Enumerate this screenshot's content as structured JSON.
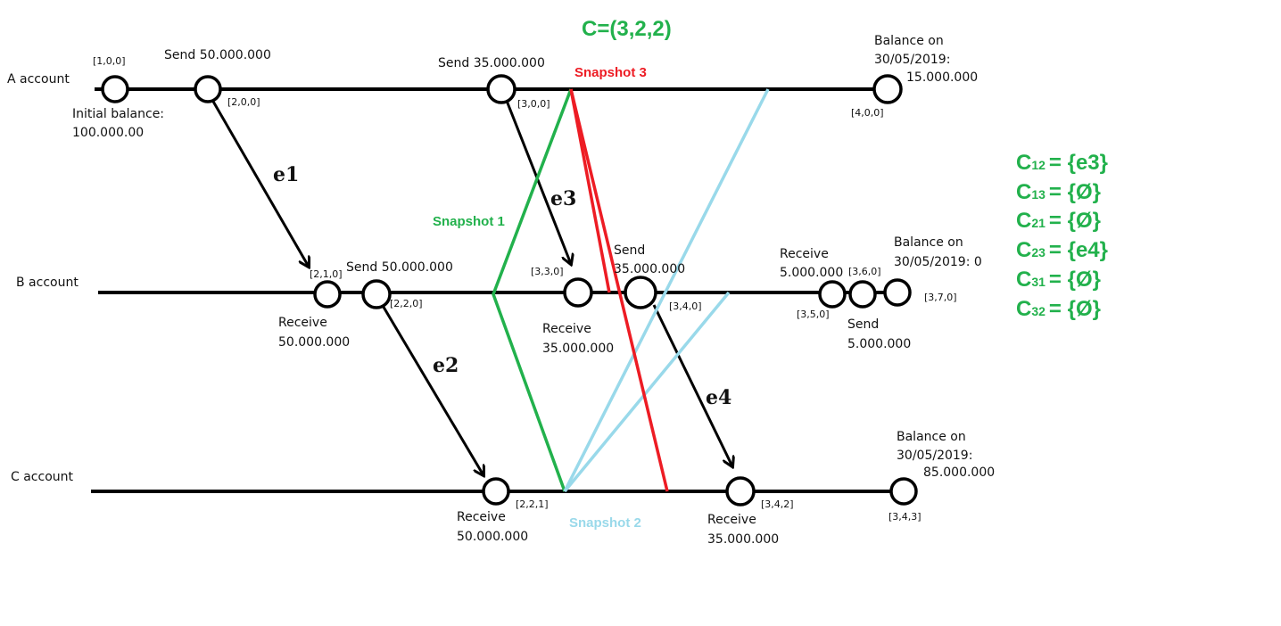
{
  "processes": {
    "a": {
      "name": "A account"
    },
    "b": {
      "name": "B account"
    },
    "c": {
      "name": "C account"
    }
  },
  "events": {
    "a1": {
      "clock": "[1,0,0]"
    },
    "a2": {
      "clock": "[2,0,0]",
      "label": "Send 50.000.000"
    },
    "a3": {
      "clock": "[3,0,0]",
      "label": "Send 35.000.000"
    },
    "a4": {
      "clock": "[4,0,0]"
    },
    "b1": {
      "clock": "[2,1,0]",
      "label": [
        "Receive",
        "50.000.000"
      ]
    },
    "b2": {
      "clock": "[2,2,0]",
      "label": "Send 50.000.000"
    },
    "b3": {
      "clock": "[3,3,0]",
      "label": [
        "Receive",
        "35.000.000"
      ]
    },
    "b4": {
      "clock": "[3,4,0]",
      "label": [
        "Send",
        "35.000.000"
      ]
    },
    "b5": {
      "clock": "[3,5,0]",
      "label": [
        "Receive",
        "5.000.000"
      ]
    },
    "b6": {
      "clock": "[3,6,0]",
      "label": [
        "Send",
        "5.000.000"
      ]
    },
    "b7": {
      "clock": "[3,7,0]"
    },
    "c1": {
      "clock": "[2,2,1]",
      "label": [
        "Receive",
        "50.000.000"
      ]
    },
    "c2": {
      "clock": "[3,4,2]",
      "label": [
        "Receive",
        "35.000.000"
      ]
    },
    "c3": {
      "clock": "[3,4,3]"
    }
  },
  "notes": {
    "a_initial": [
      "Initial balance:",
      "100.000.00"
    ],
    "a_balance": [
      "Balance on",
      "30/05/2019:",
      "15.000.000"
    ],
    "b_balance": [
      "Balance on",
      "30/05/2019: 0"
    ],
    "c_balance": [
      "Balance on",
      "30/05/2019:",
      "85.000.000"
    ]
  },
  "messages": [
    "e1",
    "e2",
    "e3",
    "e4"
  ],
  "snapshots": {
    "s1": {
      "label": "Snapshot 1",
      "color": "#22b14c"
    },
    "s2": {
      "label": "Snapshot 2",
      "color": "#99d9ea"
    },
    "s3": {
      "label": "Snapshot 3",
      "color": "#ed1c24"
    }
  },
  "cut": {
    "text": "C=(3,2,2)",
    "color": "#22b14c"
  },
  "channels": [
    {
      "name": "C",
      "sub": "12",
      "value": "= {e3}"
    },
    {
      "name": "C",
      "sub": "13",
      "value": "= {Ø}"
    },
    {
      "name": "C",
      "sub": "21",
      "value": "= {Ø}"
    },
    {
      "name": "C",
      "sub": "23",
      "value": "= {e4}"
    },
    {
      "name": "C",
      "sub": "31",
      "value": "= {Ø}"
    },
    {
      "name": "C",
      "sub": "32",
      "value": "= {Ø}"
    }
  ],
  "colors": {
    "ink": "#000000",
    "channel_text": "#22b14c"
  }
}
